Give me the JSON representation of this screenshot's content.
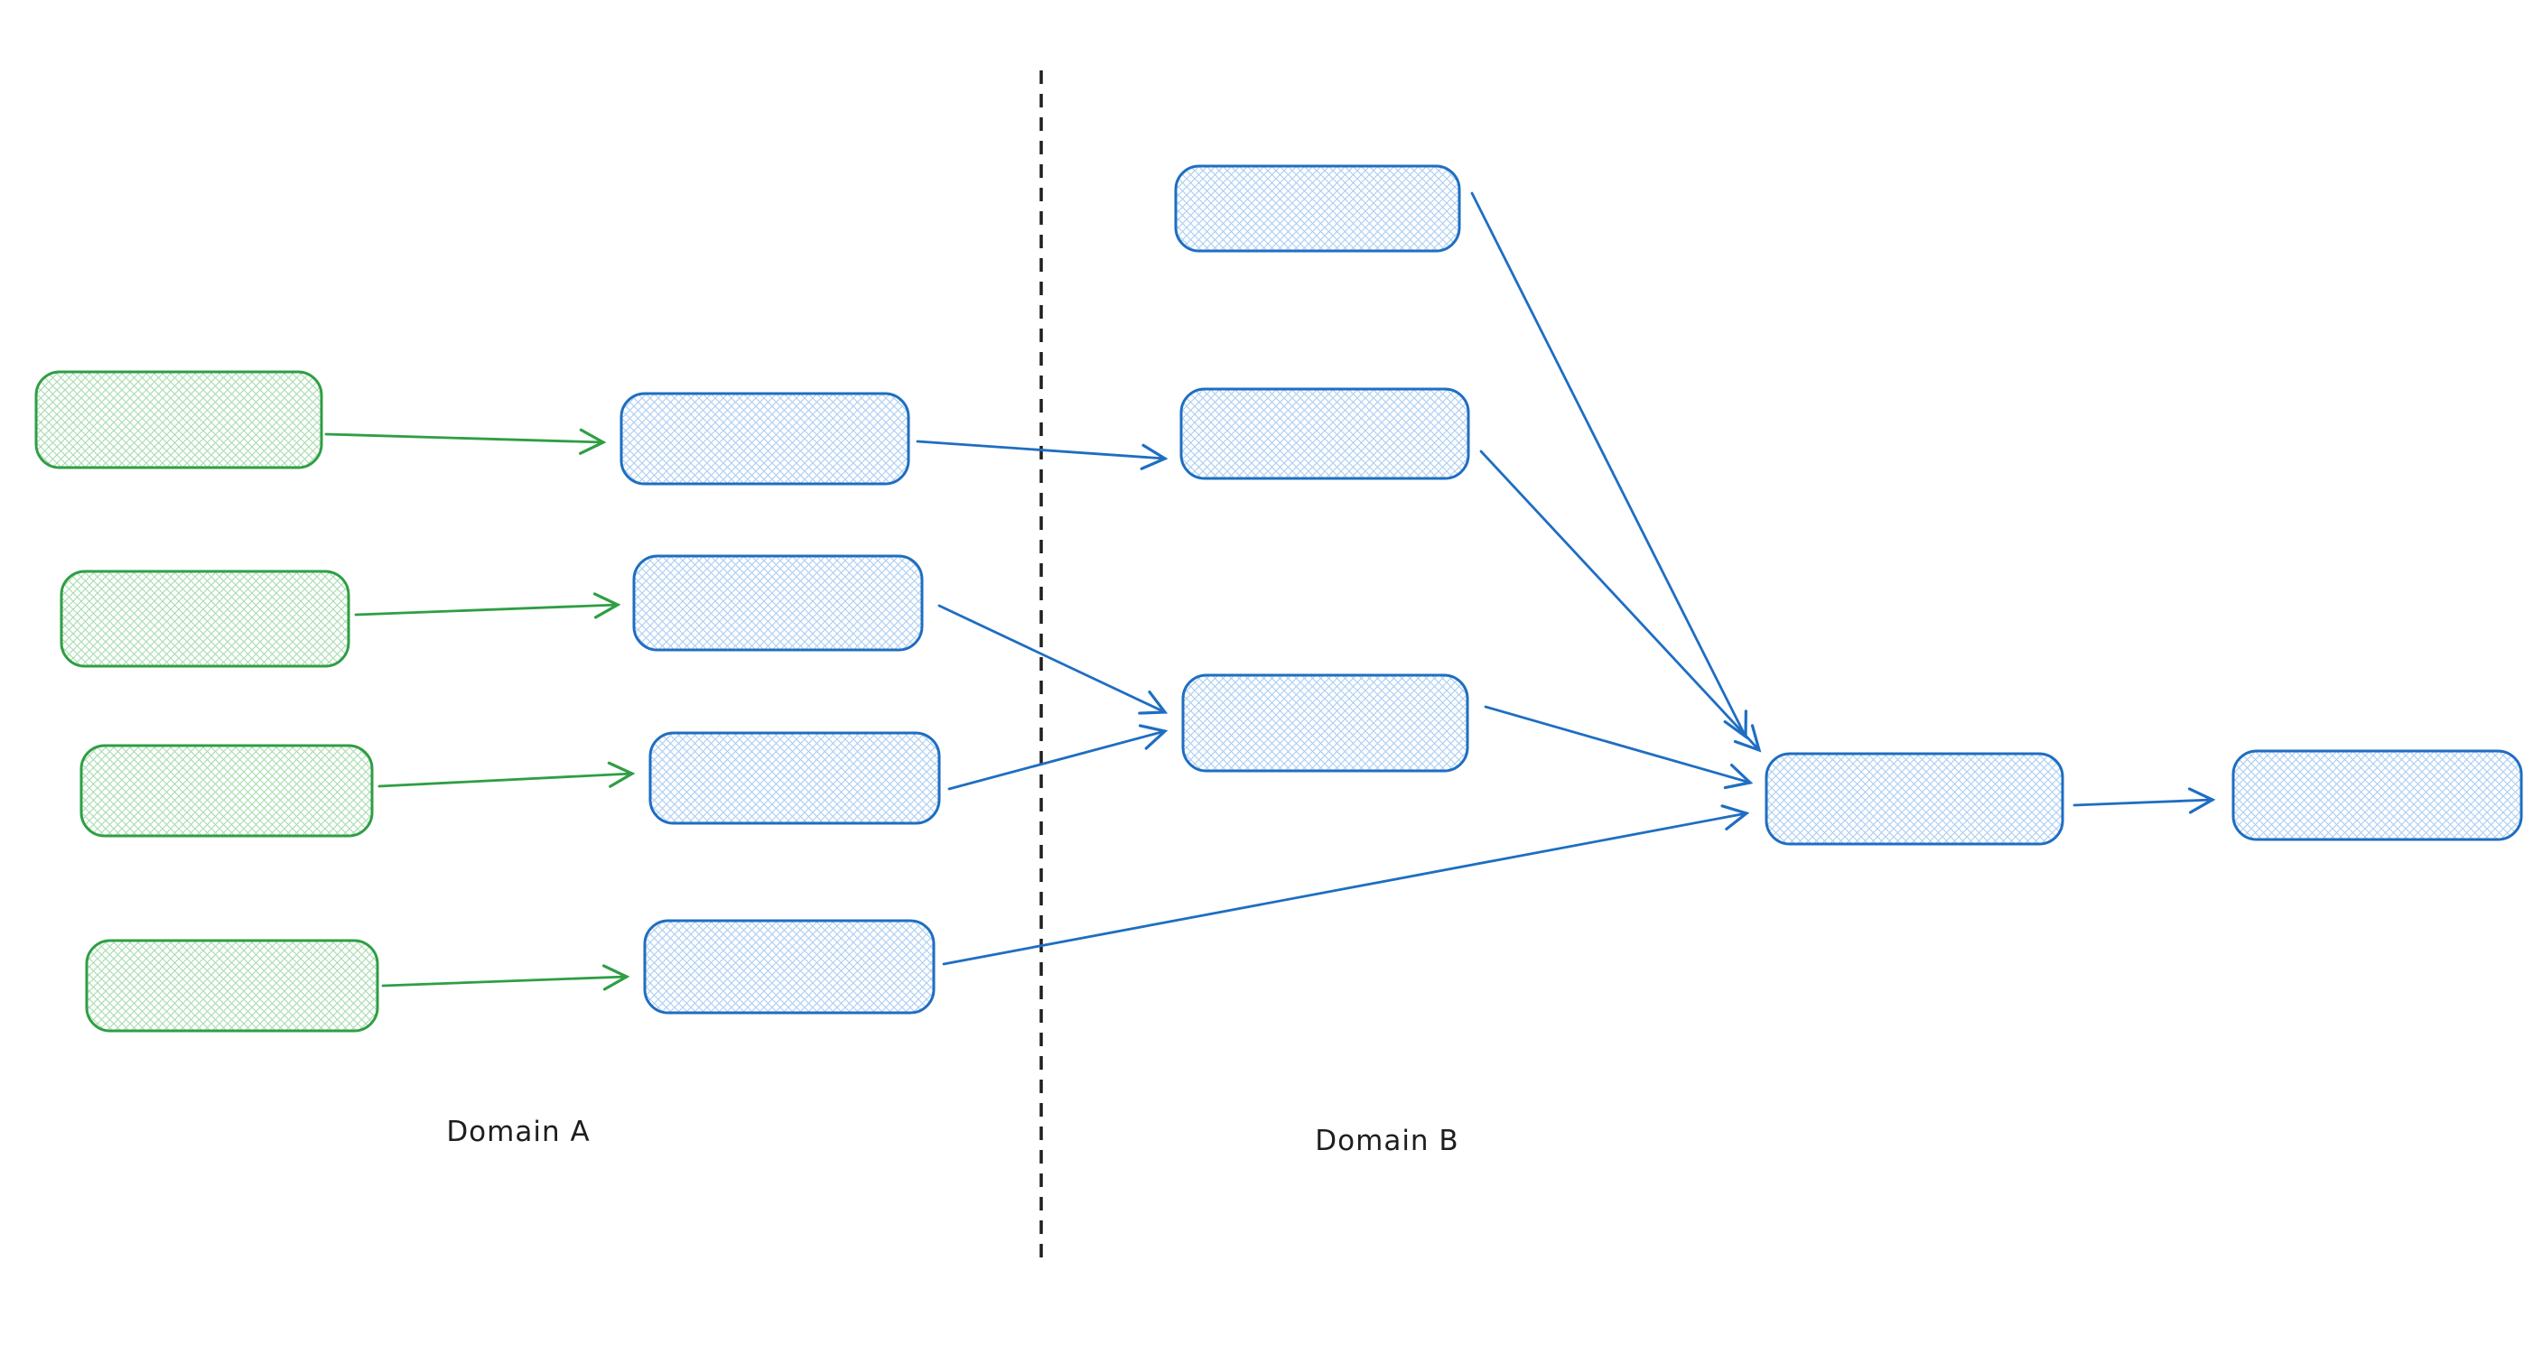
{
  "diagram": {
    "type": "flow-diagram",
    "style": "hand-drawn-sketch",
    "background": "#ffffff",
    "labels": {
      "domain_a": "Domain A",
      "domain_b": "Domain B"
    },
    "colors": {
      "green_stroke": "#2f9e44",
      "green_hatch": "#a6dcae",
      "blue_stroke": "#1e6ec2",
      "blue_hatch": "#aacdf1",
      "divider": "#1e1e1e",
      "label_text": "#1e1e1e"
    },
    "divider": {
      "style": "dashed",
      "orientation": "vertical",
      "separates": [
        "Domain A",
        "Domain B"
      ]
    },
    "nodes": [
      {
        "id": "domain-a-source-1",
        "domain": "Domain A",
        "shape": "rounded-rectangle",
        "fill": "green-crosshatch",
        "text": ""
      },
      {
        "id": "domain-a-source-2",
        "domain": "Domain A",
        "shape": "rounded-rectangle",
        "fill": "green-crosshatch",
        "text": ""
      },
      {
        "id": "domain-a-source-3",
        "domain": "Domain A",
        "shape": "rounded-rectangle",
        "fill": "green-crosshatch",
        "text": ""
      },
      {
        "id": "domain-a-source-4",
        "domain": "Domain A",
        "shape": "rounded-rectangle",
        "fill": "green-crosshatch",
        "text": ""
      },
      {
        "id": "domain-a-node-1",
        "domain": "Domain A",
        "shape": "rounded-rectangle",
        "fill": "blue-crosshatch",
        "text": ""
      },
      {
        "id": "domain-a-node-2",
        "domain": "Domain A",
        "shape": "rounded-rectangle",
        "fill": "blue-crosshatch",
        "text": ""
      },
      {
        "id": "domain-a-node-3",
        "domain": "Domain A",
        "shape": "rounded-rectangle",
        "fill": "blue-crosshatch",
        "text": ""
      },
      {
        "id": "domain-a-node-4",
        "domain": "Domain A",
        "shape": "rounded-rectangle",
        "fill": "blue-crosshatch",
        "text": ""
      },
      {
        "id": "domain-b-node-1",
        "domain": "Domain B",
        "shape": "rounded-rectangle",
        "fill": "blue-crosshatch",
        "text": ""
      },
      {
        "id": "domain-b-node-2",
        "domain": "Domain B",
        "shape": "rounded-rectangle",
        "fill": "blue-crosshatch",
        "text": ""
      },
      {
        "id": "domain-b-node-3",
        "domain": "Domain B",
        "shape": "rounded-rectangle",
        "fill": "blue-crosshatch",
        "text": ""
      },
      {
        "id": "domain-b-aggregator",
        "domain": "Domain B",
        "shape": "rounded-rectangle",
        "fill": "blue-crosshatch",
        "text": ""
      },
      {
        "id": "domain-b-output",
        "domain": "Domain B",
        "shape": "rounded-rectangle",
        "fill": "blue-crosshatch",
        "text": ""
      }
    ],
    "edges": [
      {
        "from": "domain-a-source-1",
        "to": "domain-a-node-1",
        "color": "green",
        "arrowhead": "open"
      },
      {
        "from": "domain-a-source-2",
        "to": "domain-a-node-2",
        "color": "green",
        "arrowhead": "open"
      },
      {
        "from": "domain-a-source-3",
        "to": "domain-a-node-3",
        "color": "green",
        "arrowhead": "open"
      },
      {
        "from": "domain-a-source-4",
        "to": "domain-a-node-4",
        "color": "green",
        "arrowhead": "open"
      },
      {
        "from": "domain-a-node-1",
        "to": "domain-b-node-2",
        "color": "blue",
        "arrowhead": "open"
      },
      {
        "from": "domain-a-node-2",
        "to": "domain-b-node-3",
        "color": "blue",
        "arrowhead": "open"
      },
      {
        "from": "domain-a-node-3",
        "to": "domain-b-node-3",
        "color": "blue",
        "arrowhead": "open"
      },
      {
        "from": "domain-a-node-4",
        "to": "domain-b-aggregator",
        "color": "blue",
        "arrowhead": "open"
      },
      {
        "from": "domain-b-node-1",
        "to": "domain-b-aggregator",
        "color": "blue",
        "arrowhead": "open"
      },
      {
        "from": "domain-b-node-2",
        "to": "domain-b-aggregator",
        "color": "blue",
        "arrowhead": "open"
      },
      {
        "from": "domain-b-node-3",
        "to": "domain-b-aggregator",
        "color": "blue",
        "arrowhead": "open"
      },
      {
        "from": "domain-b-aggregator",
        "to": "domain-b-output",
        "color": "blue",
        "arrowhead": "open"
      }
    ]
  }
}
